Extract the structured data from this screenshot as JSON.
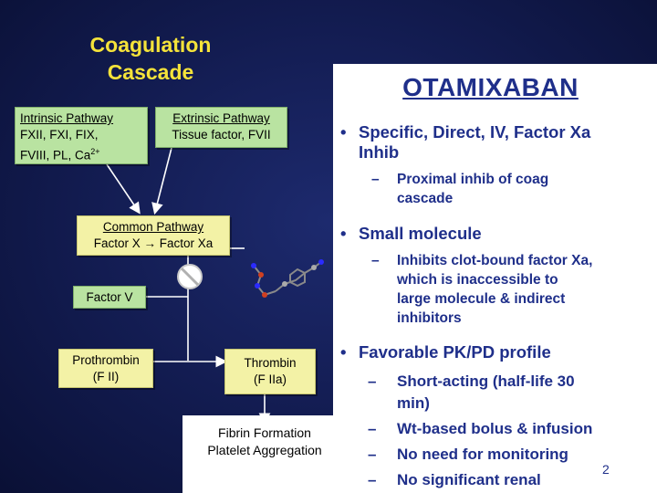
{
  "slide": {
    "title": "Coagulation Cascade",
    "intrinsic": {
      "heading": "Intrinsic Pathway",
      "line1": "FXII, FXI, FIX,",
      "line2": "FVIII, PL, Ca",
      "sup": "2+"
    },
    "extrinsic": {
      "heading": "Extrinsic Pathway",
      "line1": "Tissue factor, FVII"
    },
    "common": {
      "heading": "Common Pathway",
      "line1": "Factor X",
      "arrow": "→",
      "line1b": "Factor Xa"
    },
    "factor_v": "Factor V",
    "prothrombin": {
      "line1": "Prothrombin",
      "line2": "(F II)"
    },
    "thrombin": {
      "line1": "Thrombin",
      "line2": "(F IIa)"
    },
    "fibrin": {
      "line1": "Fibrin Formation",
      "line2": "Platelet Aggregation"
    },
    "drug": {
      "name": "OTAMIXABAN",
      "bullets": [
        {
          "text": "Specific, Direct, IV, Factor Xa Inhib",
          "line1": "Specific, Direct, IV, Factor Xa",
          "line2": "Inhib",
          "subs": [
            {
              "line1": "Proximal inhib of coag",
              "line2": "cascade"
            }
          ]
        },
        {
          "line1": "Small molecule",
          "subs": [
            {
              "line1": "Inhibits clot-bound factor Xa,",
              "line2": "which is inaccessible to",
              "line3": "large molecule & indirect",
              "line4": "inhibitors"
            }
          ]
        },
        {
          "line1": "Favorable PK/PD profile",
          "subs": [
            {
              "line1": "Short-acting (half-life 30",
              "line2": "min)"
            },
            {
              "line1": "Wt-based bolus & infusion"
            },
            {
              "line1": "No need for monitoring"
            },
            {
              "line1": "No significant renal"
            }
          ]
        }
      ]
    },
    "bullet_glyph": "•",
    "dash_glyph": "–",
    "page_number": "2",
    "colors": {
      "background": "#121b4f",
      "title": "#f5e33a",
      "green_box": "#b9e3a1",
      "yellow_box": "#f3f2a6",
      "drug_text": "#1f2f8a"
    },
    "icons": [
      "inhibition-icon",
      "molecule-structure-icon"
    ]
  }
}
